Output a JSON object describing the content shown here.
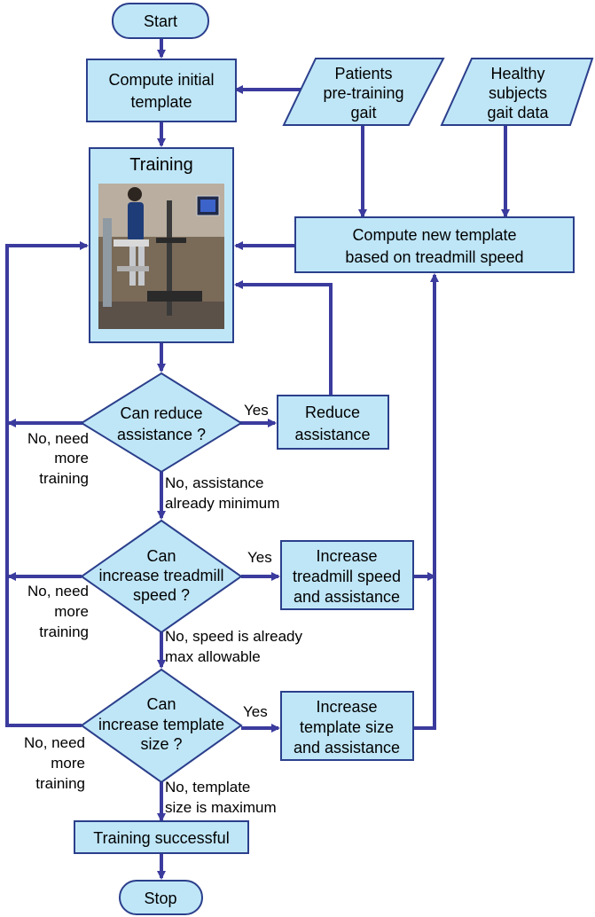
{
  "nodes": {
    "start": "Start",
    "compute_initial": [
      "Compute initial",
      "template"
    ],
    "patients_data": [
      "Patients",
      "pre-training",
      "gait"
    ],
    "healthy_data": [
      "Healthy",
      "subjects",
      "gait data"
    ],
    "training": "Training",
    "compute_new": [
      "Compute new template",
      "based on treadmill speed"
    ],
    "can_reduce": [
      "Can reduce",
      "assistance ?"
    ],
    "reduce": [
      "Reduce",
      "assistance"
    ],
    "can_increase_speed": [
      "Can",
      "increase treadmill",
      "speed ?"
    ],
    "increase_speed": [
      "Increase",
      "treadmill speed",
      "and assistance"
    ],
    "can_increase_template": [
      "Can",
      "increase template",
      "size  ?"
    ],
    "increase_template": [
      "Increase",
      "template size",
      "and assistance"
    ],
    "training_successful": "Training successful",
    "stop": "Stop"
  },
  "edge_labels": {
    "yes": "Yes",
    "no_more_training": [
      "No, need",
      "more",
      "training"
    ],
    "no_assistance_min": [
      "No, assistance",
      "already minimum"
    ],
    "no_speed_max": [
      "No, speed is already",
      "max allowable"
    ],
    "no_template_max": [
      "No, template",
      "size is maximum"
    ]
  },
  "colors": {
    "box_fill": "#bfe6f7",
    "box_stroke": "#2b3f8c",
    "arrow": "#3b3b9e"
  },
  "icons": {
    "training_photo": "person-in-robotic-gait-trainer-on-treadmill"
  }
}
